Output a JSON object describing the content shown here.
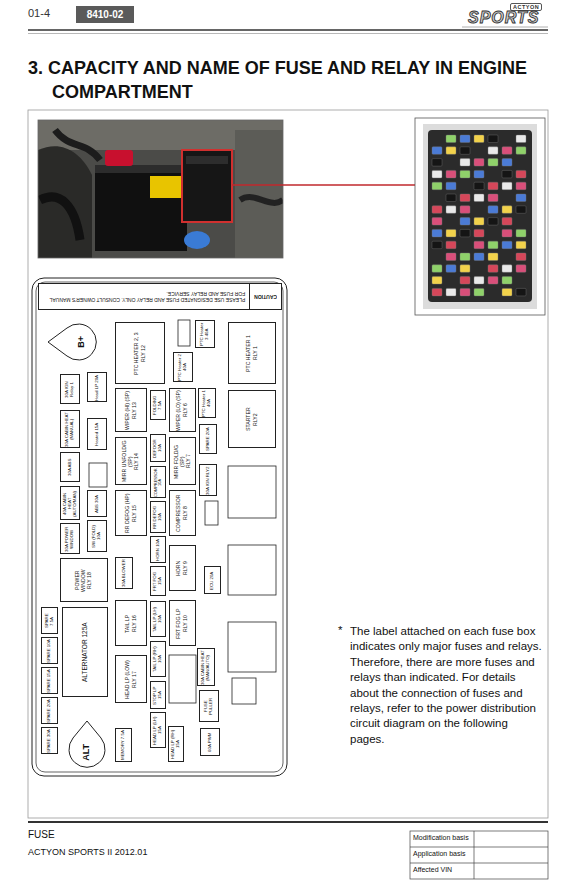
{
  "diagram": {
    "title": "3. CAPACITY AND NAME OF FUSE AND RELAY IN ENGINE COMPARTMENT",
    "nodes": [
      {
        "text": [
          "CAUTION",
          "PLEASE USE DESIGNATED FUSE AND RELAY ONLY. CONSULT OWNER'S MANUAL FOR FUSE AND RELAY SERVICE."
        ]
      },
      {
        "text": [
          "B+"
        ]
      },
      {
        "text": [
          "PTC HEATER 2, 3",
          "RLY 12"
        ]
      },
      {
        "text": [
          "PTC Heater 3 40A"
        ]
      },
      {
        "text": [
          "PTC HEATER 1",
          "RLY 1"
        ]
      },
      {
        "text": [
          "PTC Heater 2 40A"
        ]
      },
      {
        "text": [
          "30A IGN Relay 1"
        ]
      },
      {
        "text": [
          "Head LP 20A"
        ]
      },
      {
        "text": [
          "WIPER (HI) (SP)",
          "RLY 13"
        ]
      },
      {
        "text": [
          "FOLDING 7.5A"
        ]
      },
      {
        "text": [
          "WIPER (LO) (SP)",
          "RLY 6"
        ]
      },
      {
        "text": [
          "PTC Heater 1 40A"
        ]
      },
      {
        "text": [
          "STARTER",
          "RLY2"
        ]
      },
      {
        "text": [
          "30A CABIN HEAT (MANUAL)"
        ]
      },
      {
        "text": [
          "Heated 15A"
        ]
      },
      {
        "text": [
          "SPARE 20A"
        ]
      },
      {
        "text": [
          "MIRR UNFOLD/G (SP)",
          "RLY 14"
        ]
      },
      {
        "text": [
          "DEFOGR 10A"
        ]
      },
      {
        "text": [
          "MIRR FOLD/G (SP)",
          "RLY 7"
        ]
      },
      {
        "text": [
          "30A ABS"
        ]
      },
      {
        "text": [
          "30A IGN RLY2"
        ]
      },
      {
        "text": [
          "COMPRESSOR 10A"
        ]
      },
      {
        "text": [
          "40A CABIN HEAT (AUTO/MAN)"
        ]
      },
      {
        "text": [
          "ABS 30A"
        ]
      },
      {
        "text": [
          "RR DEFOG (HP)",
          "RLY 15"
        ]
      },
      {
        "text": [
          "RR DEFOG 10A"
        ]
      },
      {
        "text": [
          "COMPRESSOR",
          "RLY 8"
        ]
      },
      {
        "text": [
          "30A POWER WINDOW"
        ]
      },
      {
        "text": [
          "SW (FOLD) 10A"
        ]
      },
      {
        "text": [
          "HORN 10A"
        ]
      },
      {
        "text": [
          "POWER WINDOW",
          "RLY 18"
        ]
      },
      {
        "text": [
          "30A BLOWER"
        ]
      },
      {
        "text": [
          "HORN",
          "RLY 9"
        ]
      },
      {
        "text": [
          "FRT FOG 15A"
        ]
      },
      {
        "text": [
          "ECU 20A"
        ]
      },
      {
        "text": [
          "TAIL LP",
          "RLY 16"
        ]
      },
      {
        "text": [
          "TAIL LP (LH) 10A"
        ]
      },
      {
        "text": [
          "FRT FOG LP",
          "RLY 10"
        ]
      },
      {
        "text": [
          "SPARE 7.5A"
        ]
      },
      {
        "text": [
          "ALTERNATOR 125A"
        ]
      },
      {
        "text": [
          "SPARE 10A"
        ]
      },
      {
        "text": [
          "TAIL LP (RH) 10A"
        ]
      },
      {
        "text": [
          "30A CABIN HEAT (MAN/AUTO)"
        ]
      },
      {
        "text": [
          "HEAD LP (LOW)",
          "RLY 17"
        ]
      },
      {
        "text": [
          "SPARE 15A"
        ]
      },
      {
        "text": [
          "STOP LP 15A"
        ]
      },
      {
        "text": [
          "FUSE PULLER"
        ]
      },
      {
        "text": [
          "SPARE 20A"
        ]
      },
      {
        "text": [
          "HEAD LP (LH) 15A"
        ]
      },
      {
        "text": [
          "SPARE 30A"
        ]
      },
      {
        "text": [
          "MEMORY 7.5A"
        ]
      },
      {
        "text": [
          "HEAD LP (RH) 15A"
        ]
      },
      {
        "text": [
          "60A PWM"
        ]
      },
      {
        "text": [
          "ALT"
        ]
      }
    ],
    "labels": [
      "01-4",
      "8410-02",
      "ACTYON",
      "SPORTS",
      "*",
      "The label attached on each fuse box indicates only major fuses and relays. Therefore, there are more fuses and relays than indicated. For details about the connection of fuses and relays, refer to the power distribution circuit diagram on the following pages.",
      "FUSE",
      "ACTYON SPORTS II 2012.01",
      "Modification basis",
      "Application basis",
      "Affected VIN"
    ]
  }
}
